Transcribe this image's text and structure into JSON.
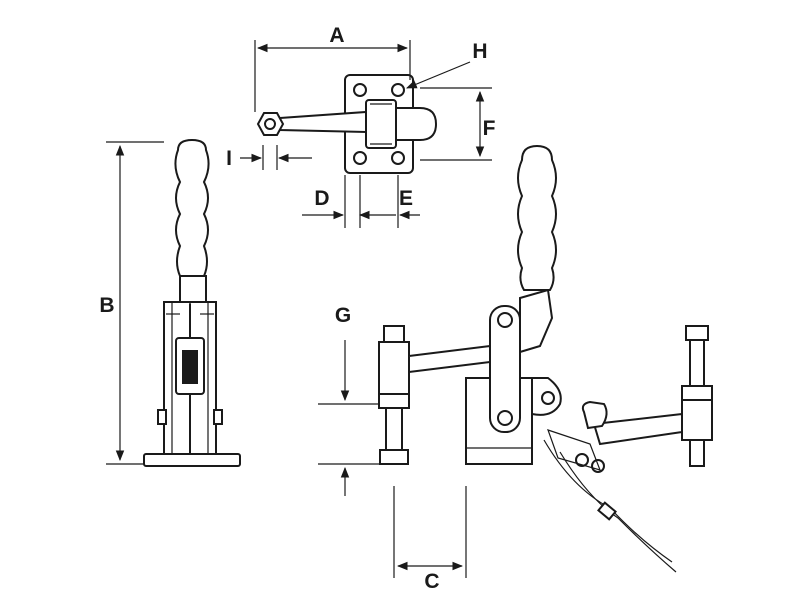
{
  "diagram": {
    "colors": {
      "line": "#1a1a1a",
      "background": "#ffffff"
    },
    "dimension_labels": {
      "A": "A",
      "B": "B",
      "C": "C",
      "D": "D",
      "E": "E",
      "F": "F",
      "G": "G",
      "H": "H",
      "I": "I"
    }
  }
}
